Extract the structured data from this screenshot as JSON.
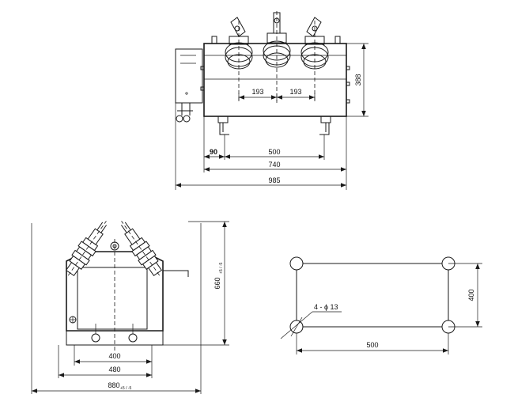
{
  "top_view": {
    "dim_phase_left": "193",
    "dim_phase_right": "193",
    "dim_height": "388",
    "dim_offset": "90",
    "dim_mount": "500",
    "dim_body": "740",
    "dim_overall": "985"
  },
  "side_view": {
    "dim_hole_spacing": "400",
    "dim_base": "480",
    "dim_overall_width": "880",
    "dim_overall_width_tol": "+5 / -5",
    "dim_height": "660",
    "dim_height_tol": "+5 / -5"
  },
  "mount_plan": {
    "hole_spec": "4 - ϕ 13",
    "dim_width": "500",
    "dim_height": "400"
  }
}
